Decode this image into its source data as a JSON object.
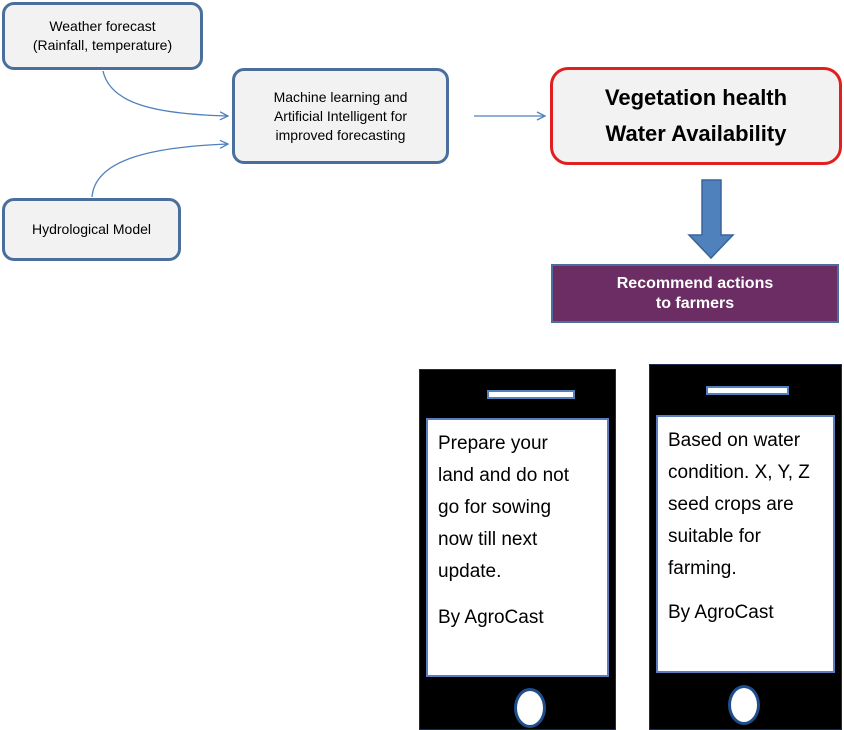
{
  "nodes": {
    "weather": "Weather forecast\n(Rainfall, temperature)",
    "hydrological": "Hydrological Model",
    "ml": "Machine learning and\nArtificial Intelligent for\nimproved forecasting",
    "vegetation": "Vegetation health\nWater Availability",
    "recommend": "Recommend actions\nto farmers"
  },
  "phones": [
    {
      "message": "Prepare your\nland and do not\ngo for sowing\nnow till next\nupdate.",
      "signature": "By AgroCast"
    },
    {
      "message": "Based on water\ncondition. X, Y, Z\nseed crops are\nsuitable for\nfarming.",
      "signature": "By AgroCast"
    }
  ],
  "colors": {
    "box_border": "#4a6f9c",
    "box_fill": "#f2f2f2",
    "highlight_border": "#e02020",
    "recommend_fill": "#6b2d63",
    "arrow_blue": "#4f81bd"
  }
}
